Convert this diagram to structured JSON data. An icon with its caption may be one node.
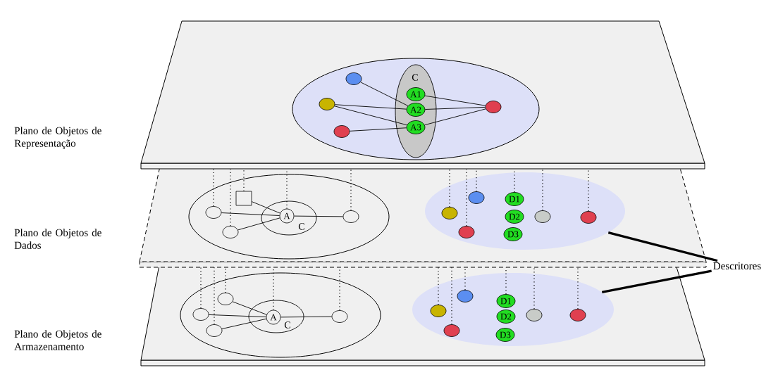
{
  "diagram": {
    "nodes": [
      {
        "text": [
          "Plano de Objetos de Representação"
        ]
      },
      {
        "text": [],
        "shape": "ellipse",
        "in": 0
      },
      {
        "text": [],
        "shape": "circle",
        "in": 1
      },
      {
        "text": [],
        "shape": "circle",
        "in": 1
      },
      {
        "text": [],
        "shape": "circle",
        "in": 1
      },
      {
        "text": [
          "C"
        ],
        "in": 1
      },
      {
        "text": [
          "A1"
        ],
        "in": 5
      },
      {
        "text": [
          "A2"
        ],
        "in": 5
      },
      {
        "text": [
          "A3"
        ],
        "in": 5
      },
      {
        "text": [],
        "shape": "circle",
        "in": 1
      },
      {
        "text": [
          "Plano de Objetos de Dados"
        ]
      },
      {
        "text": [],
        "shape": "ellipse",
        "in": 10
      },
      {
        "text": [],
        "shape": "box",
        "in": 11
      },
      {
        "text": [],
        "shape": "circle",
        "in": 11
      },
      {
        "text": [],
        "shape": "circle",
        "in": 11
      },
      {
        "text": [
          "C"
        ],
        "in": 11
      },
      {
        "text": [
          "A"
        ],
        "in": 15
      },
      {
        "text": [],
        "shape": "circle",
        "in": 11
      },
      {
        "text": [],
        "shape": "ellipse",
        "in": 10
      },
      {
        "text": [],
        "shape": "circle",
        "in": 18
      },
      {
        "text": [],
        "shape": "circle",
        "in": 18
      },
      {
        "text": [],
        "shape": "circle",
        "in": 18
      },
      {
        "text": [
          "D1"
        ],
        "in": 18
      },
      {
        "text": [
          "D2"
        ],
        "in": 18
      },
      {
        "text": [
          "D3"
        ],
        "in": 18
      },
      {
        "text": [],
        "shape": "circle",
        "in": 18
      },
      {
        "text": [],
        "shape": "circle",
        "in": 18
      },
      {
        "text": [
          "Plano de Objetos de Armazenamento"
        ]
      },
      {
        "text": [],
        "shape": "ellipse",
        "in": 27
      },
      {
        "text": [],
        "shape": "circle",
        "in": 28
      },
      {
        "text": [],
        "shape": "circle",
        "in": 28
      },
      {
        "text": [],
        "shape": "circle",
        "in": 28
      },
      {
        "text": [
          "C"
        ],
        "in": 28
      },
      {
        "text": [
          "A"
        ],
        "in": 32
      },
      {
        "text": [],
        "shape": "circle",
        "in": 28
      },
      {
        "text": [],
        "shape": "ellipse",
        "in": 27
      },
      {
        "text": [],
        "shape": "circle",
        "in": 35
      },
      {
        "text": [],
        "shape": "circle",
        "in": 35
      },
      {
        "text": [],
        "shape": "circle",
        "in": 35
      },
      {
        "text": [
          "D1"
        ],
        "in": 35
      },
      {
        "text": [
          "D2"
        ],
        "in": 35
      },
      {
        "text": [
          "D3"
        ],
        "in": 35
      },
      {
        "text": [],
        "shape": "circle",
        "in": 35
      },
      {
        "text": [],
        "shape": "circle",
        "in": 35
      },
      {
        "text": [
          "Descritores"
        ]
      }
    ],
    "edges": [
      {
        "from": 2,
        "to": 7,
        "arrow": "none"
      },
      {
        "from": 3,
        "to": 7,
        "arrow": "none"
      },
      {
        "from": 3,
        "to": 8,
        "arrow": "none"
      },
      {
        "from": 4,
        "to": 8,
        "arrow": "none"
      },
      {
        "from": 6,
        "to": 9,
        "arrow": "none"
      },
      {
        "from": 7,
        "to": 9,
        "arrow": "none"
      },
      {
        "from": 8,
        "to": 9,
        "arrow": "none"
      },
      {
        "from": 12,
        "to": 16,
        "arrow": "none"
      },
      {
        "from": 13,
        "to": 16,
        "arrow": "none"
      },
      {
        "from": 14,
        "to": 16,
        "arrow": "none"
      },
      {
        "from": 16,
        "to": 17,
        "arrow": "none"
      },
      {
        "from": 12,
        "to": 0,
        "arrow": "none",
        "style": "dashed"
      },
      {
        "from": 13,
        "to": 0,
        "arrow": "none",
        "style": "dashed"
      },
      {
        "from": 14,
        "to": 0,
        "arrow": "none",
        "style": "dashed"
      },
      {
        "from": 16,
        "to": 0,
        "arrow": "none",
        "style": "dashed"
      },
      {
        "from": 17,
        "to": 0,
        "arrow": "none",
        "style": "dashed"
      },
      {
        "from": 19,
        "to": 0,
        "arrow": "none",
        "style": "dashed"
      },
      {
        "from": 20,
        "to": 0,
        "arrow": "none",
        "style": "dashed"
      },
      {
        "from": 21,
        "to": 0,
        "arrow": "none",
        "style": "dashed"
      },
      {
        "from": 22,
        "to": 0,
        "arrow": "none",
        "style": "dashed"
      },
      {
        "from": 25,
        "to": 0,
        "arrow": "none",
        "style": "dashed"
      },
      {
        "from": 26,
        "to": 0,
        "arrow": "none",
        "style": "dashed"
      },
      {
        "from": 29,
        "to": 33,
        "arrow": "none"
      },
      {
        "from": 30,
        "to": 33,
        "arrow": "none"
      },
      {
        "from": 31,
        "to": 33,
        "arrow": "none"
      },
      {
        "from": 33,
        "to": 34,
        "arrow": "none"
      },
      {
        "from": 29,
        "to": 10,
        "arrow": "none",
        "style": "dashed"
      },
      {
        "from": 30,
        "to": 10,
        "arrow": "none",
        "style": "dashed"
      },
      {
        "from": 31,
        "to": 10,
        "arrow": "none",
        "style": "dashed"
      },
      {
        "from": 33,
        "to": 10,
        "arrow": "none",
        "style": "dashed"
      },
      {
        "from": 34,
        "to": 10,
        "arrow": "none",
        "style": "dashed"
      },
      {
        "from": 36,
        "to": 10,
        "arrow": "none",
        "style": "dashed"
      },
      {
        "from": 37,
        "to": 10,
        "arrow": "none",
        "style": "dashed"
      },
      {
        "from": 38,
        "to": 10,
        "arrow": "none",
        "style": "dashed"
      },
      {
        "from": 39,
        "to": 10,
        "arrow": "none",
        "style": "dashed"
      },
      {
        "from": 42,
        "to": 10,
        "arrow": "none",
        "style": "dashed"
      },
      {
        "from": 43,
        "to": 10,
        "arrow": "none",
        "style": "dashed"
      },
      {
        "from": 44,
        "to": 18,
        "arrow": "none",
        "style": "thick"
      },
      {
        "from": 44,
        "to": 35,
        "arrow": "none",
        "style": "thick"
      }
    ]
  }
}
